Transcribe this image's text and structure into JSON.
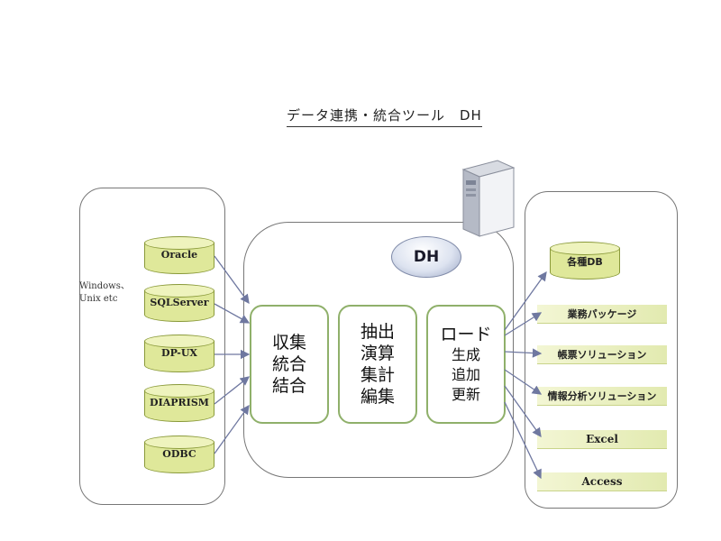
{
  "title": "データ連携・統合ツール　DH",
  "os_label": [
    "Windows、",
    "Unix  etc"
  ],
  "sources": [
    "Oracle",
    "SQLServer",
    "DP-UX",
    "DIAPRISM",
    "ODBC"
  ],
  "dh_label": "DH",
  "processes": [
    {
      "lines": [
        "収集",
        "統合",
        "結合"
      ]
    },
    {
      "lines": [
        "抽出",
        "演算",
        "集計",
        "編集"
      ]
    },
    {
      "lines": [
        "ロード",
        "生成",
        "追加",
        "更新"
      ]
    }
  ],
  "targets": {
    "db": "各種DB",
    "items": [
      "業務パッケージ",
      "帳票ソリューション",
      "情報分析ソリューション",
      "Excel",
      "Access"
    ]
  },
  "colors": {
    "cylinder_fill": "#dfe89a",
    "process_border": "#8fb06a",
    "arrow": "#6f78a0"
  }
}
